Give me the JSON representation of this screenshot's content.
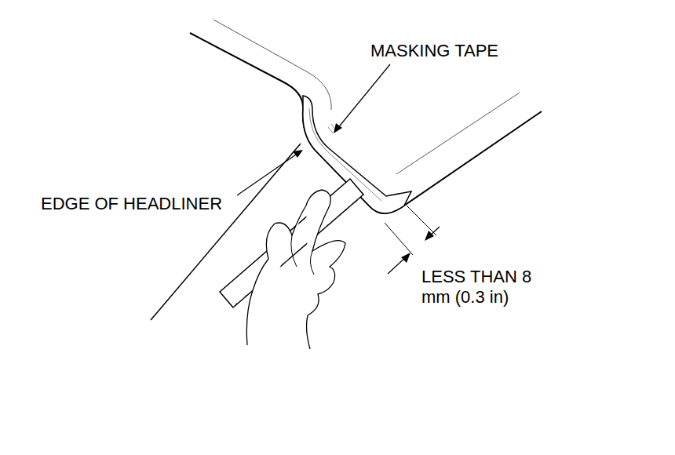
{
  "diagram": {
    "labels": [
      "MASKING TAPE",
      "EDGE OF HEADLINER",
      "LESS THAN 8 mm (0.3 in)"
    ]
  }
}
